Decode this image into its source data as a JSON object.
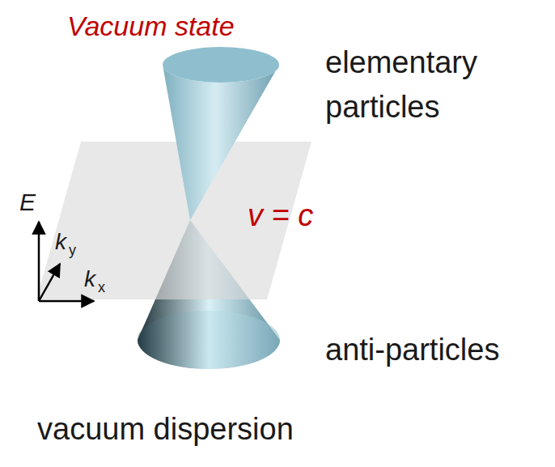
{
  "diagram": {
    "title": "Vacuum state",
    "caption": "vacuum dispersion",
    "labels": [
      "elementary particles",
      "v = c",
      "E",
      "k",
      "y",
      "k",
      "x",
      "anti-particles"
    ]
  }
}
